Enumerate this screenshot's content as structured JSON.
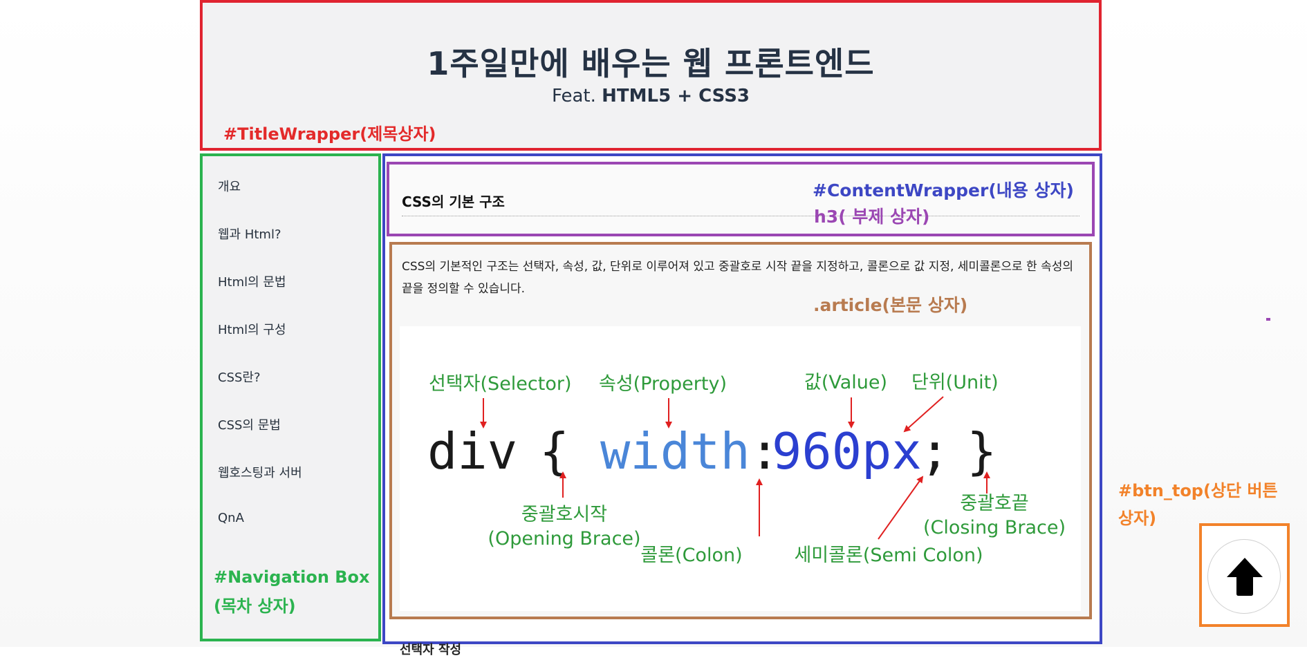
{
  "title_wrapper": {
    "main_title": "1주일만에 배우는 웹 프론트엔드",
    "sub_prefix": "Feat. ",
    "sub_bold": "HTML5 + CSS3",
    "label": "#TitleWrapper(제목상자)"
  },
  "navigation": {
    "items": [
      {
        "label": "개요"
      },
      {
        "label": "웹과 Html?"
      },
      {
        "label": "Html의 문법"
      },
      {
        "label": "Html의 구성"
      },
      {
        "label": "CSS란?"
      },
      {
        "label": "CSS의 문법"
      },
      {
        "label": "웹호스팅과 서버"
      },
      {
        "label": "QnA"
      }
    ],
    "label_line1": "#Navigation Box",
    "label_line2": "(목차 상자)"
  },
  "content_wrapper": {
    "label": "#ContentWrapper(내용 상자)",
    "h3_label": "h3( 부제 상자)",
    "h3_title": "CSS의 기본 구조",
    "bottom_text": "선택자 작성"
  },
  "article": {
    "label": ".article(본문 상자)",
    "text": "CSS의 기본적인 구조는 선택자, 속성, 값, 단위로 이루어져 있고 중괄호로 시작 끝을 지정하고, 콜론으로 값 지정, 세미콜론으로 한 속성의 끝을 정의할 수 있습니다."
  },
  "diagram": {
    "code": {
      "selector": "div",
      "open_brace": "{",
      "property": "width",
      "colon": ":",
      "value": "960",
      "unit": "px",
      "semicolon": ";",
      "close_brace": "}"
    },
    "labels": {
      "selector": "선택자(Selector)",
      "property": "속성(Property)",
      "value": "값(Value)",
      "unit": "단위(Unit)",
      "opening_brace_1": "중괄호시작",
      "opening_brace_2": "(Opening Brace)",
      "colon": "콜론(Colon)",
      "semicolon": "세미콜론(Semi Colon)",
      "closing_brace_1": "중괄호끝",
      "closing_brace_2": "(Closing Brace)"
    },
    "colors": {
      "label": "#2e9a3a",
      "arrow": "#e02020",
      "property": "#4a86d8",
      "value": "#2b3fd0",
      "plain": "#1a1a1a"
    }
  },
  "btn_top": {
    "label_line1": "#btn_top(상단 버튼",
    "label_line2": "상자)",
    "icon": "arrow-up-icon"
  },
  "colors": {
    "title_border": "#e02430",
    "nav_border": "#2bb34f",
    "content_border": "#3d47c4",
    "h3_border": "#9b47b3",
    "article_border": "#b87b50",
    "btn_border": "#f2822a"
  }
}
